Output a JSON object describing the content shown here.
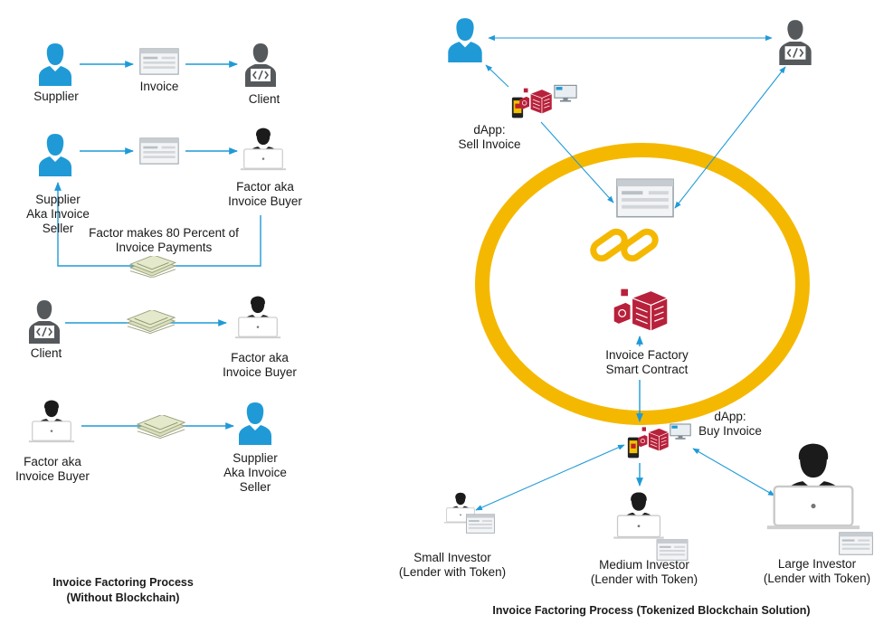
{
  "colors": {
    "arrow": "#1f9ad7",
    "person_blue": "#1f9ad7",
    "person_grey": "#55595c",
    "person_dark": "#1b1b1b",
    "ring": "#f5b800",
    "contract_red": "#b8213b",
    "money_green": "#d6ddb8"
  },
  "icons": [
    "person-icon",
    "code-person-icon",
    "laptop-person-icon",
    "invoice-window-icon",
    "money-stack-icon",
    "chain-link-icon",
    "smart-contract-icon",
    "phone-dapp-icon"
  ],
  "left": {
    "row1": {
      "supplier": "Supplier",
      "invoice": "Invoice",
      "client": "Client"
    },
    "row2": {
      "seller": [
        "Supplier",
        "Aka Invoice",
        "Seller"
      ],
      "factor": [
        "Factor aka",
        "Invoice Buyer"
      ],
      "payment_note": [
        "Factor makes 80 Percent of",
        "Invoice Payments"
      ]
    },
    "row3": {
      "client": "Client",
      "factor": [
        "Factor aka",
        "Invoice Buyer"
      ]
    },
    "row4": {
      "factor": [
        "Factor aka",
        "Invoice Buyer"
      ],
      "supplier": [
        "Supplier",
        "Aka Invoice",
        "Seller"
      ]
    },
    "caption": [
      "Invoice Factoring Process",
      "(Without Blockchain)"
    ]
  },
  "right": {
    "sell_dapp": [
      "dApp:",
      "Sell Invoice"
    ],
    "smart_contract": [
      "Invoice Factory",
      "Smart Contract"
    ],
    "buy_dapp": [
      "dApp:",
      "Buy Invoice"
    ],
    "small_investor": [
      "Small Investor",
      "(Lender with Token)"
    ],
    "medium_investor": [
      "Medium Investor",
      "(Lender with Token)"
    ],
    "large_investor": [
      "Large Investor",
      "(Lender with Token)"
    ],
    "caption": "Invoice Factoring Process  (Tokenized Blockchain Solution)"
  }
}
